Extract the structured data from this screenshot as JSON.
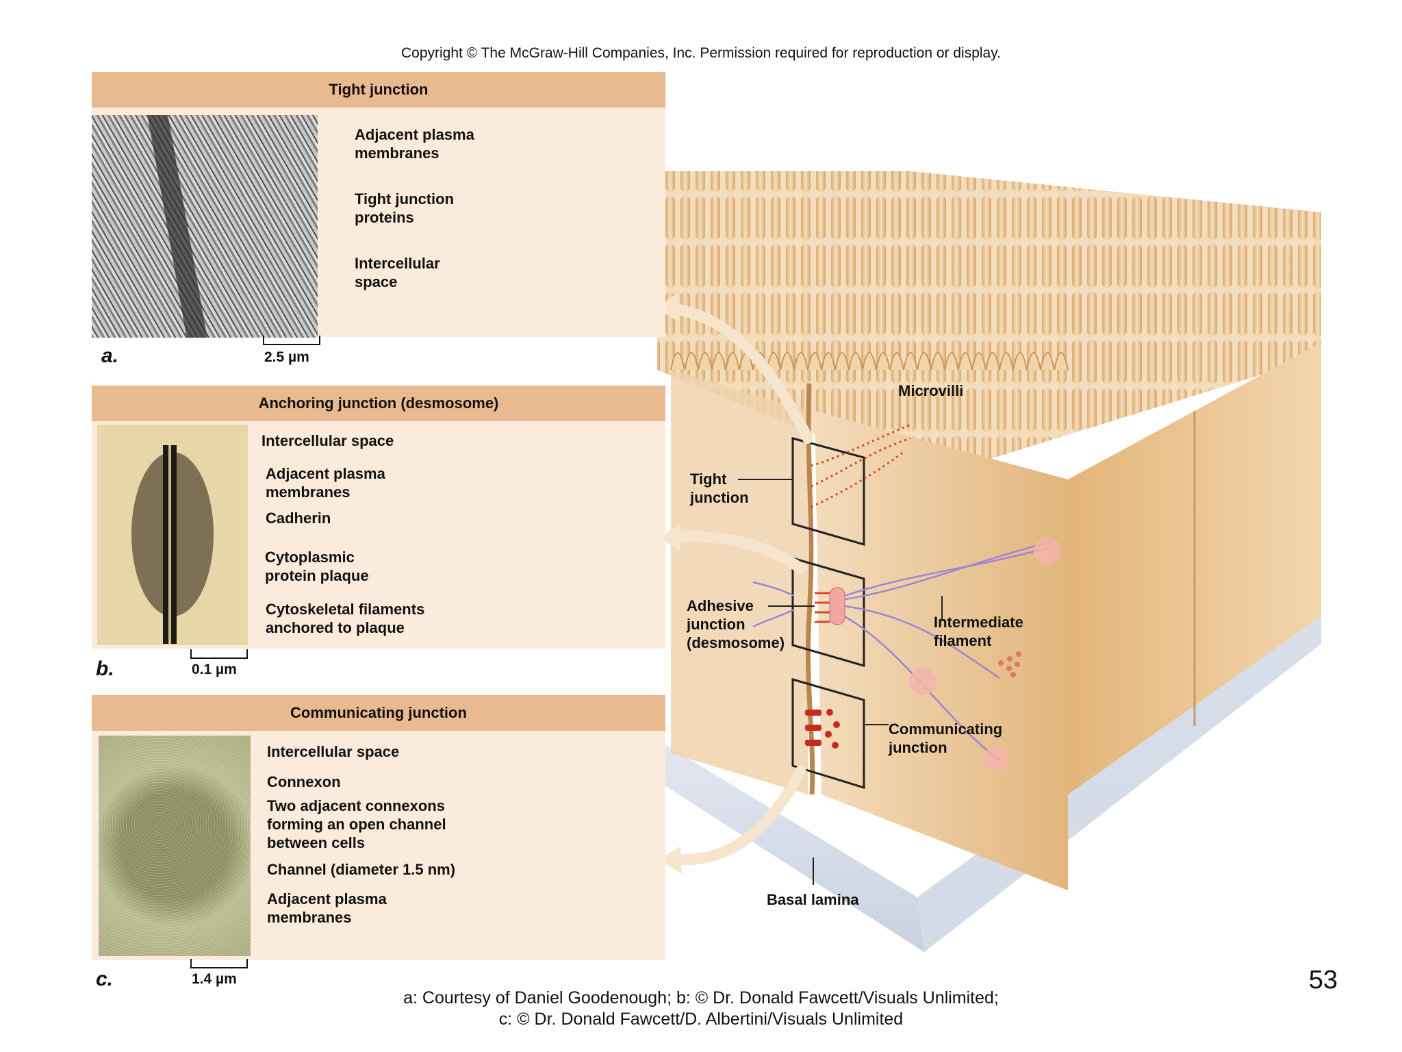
{
  "copyright": "Copyright © The McGraw-Hill Companies, Inc. Permission required for reproduction or display.",
  "panels": {
    "a": {
      "title": "Tight junction",
      "letter": "a.",
      "scale": "2.5 µm",
      "labels": [
        "Adjacent plasma\nmembranes",
        "Tight junction\nproteins",
        "Intercellular\nspace"
      ]
    },
    "b": {
      "title": "Anchoring junction (desmosome)",
      "letter": "b.",
      "scale": "0.1 µm",
      "labels": [
        "Intercellular space",
        "Adjacent plasma\nmembranes",
        "Cadherin",
        "Cytoplasmic\nprotein plaque",
        "Cytoskeletal filaments\nanchored to plaque"
      ]
    },
    "c": {
      "title": "Communicating junction",
      "letter": "c.",
      "scale": "1.4 µm",
      "labels": [
        "Intercellular space",
        "Connexon",
        "Two adjacent connexons\nforming an open channel\nbetween cells",
        "Channel (diameter 1.5 nm)",
        "Adjacent plasma\nmembranes"
      ]
    }
  },
  "main_labels": {
    "microvilli": "Microvilli",
    "tight": "Tight\njunction",
    "adhesive": "Adhesive\njunction\n(desmosome)",
    "intermediate": "Intermediate\nfilament",
    "communicating": "Communicating\njunction",
    "basal": "Basal lamina"
  },
  "credits": {
    "line1": "a: Courtesy of Daniel Goodenough; b: © Dr. Donald Fawcett/Visuals Unlimited;",
    "line2": "c: © Dr. Donald Fawcett/D. Albertini/Visuals Unlimited"
  },
  "page_number": "53",
  "colors": {
    "header": "#e9b98f",
    "panel_bg": "#fbebdc",
    "cell": "#e8c391",
    "protein": "#d9452a",
    "filament": "#9c86d6",
    "basal": "#dfe4ee"
  }
}
